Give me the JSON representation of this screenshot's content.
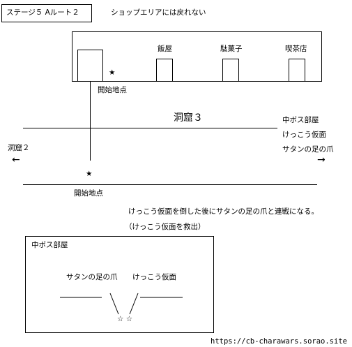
{
  "stage_title": "ステージ５ Aルート２",
  "shop_note": "ショップエリアには戻れない",
  "shops": [
    {
      "label": "飯屋"
    },
    {
      "label": "駄菓子"
    },
    {
      "label": "喫茶店"
    }
  ],
  "start_top": {
    "label": "開始地点",
    "star": "★"
  },
  "cave3_label": "洞窟３",
  "cave2_label": "洞窟２",
  "arrow_left": "←",
  "arrow_right": "→",
  "right_list": [
    "中ボス部屋",
    "けっこう仮面",
    "サタンの足の爪"
  ],
  "start_bottom": {
    "label": "開始地点",
    "star": "★"
  },
  "battle_note": "けっこう仮面を倒した後にサタンの足の爪と連戦になる。",
  "rescue_note": "（けっこう仮面を救出）",
  "boss_room": {
    "title": "中ボス部屋",
    "left_enemy": "サタンの足の爪",
    "right_enemy": "けっこう仮面",
    "stars": "☆ ☆"
  },
  "footer_url": "https://cb-charawars.sorao.site"
}
